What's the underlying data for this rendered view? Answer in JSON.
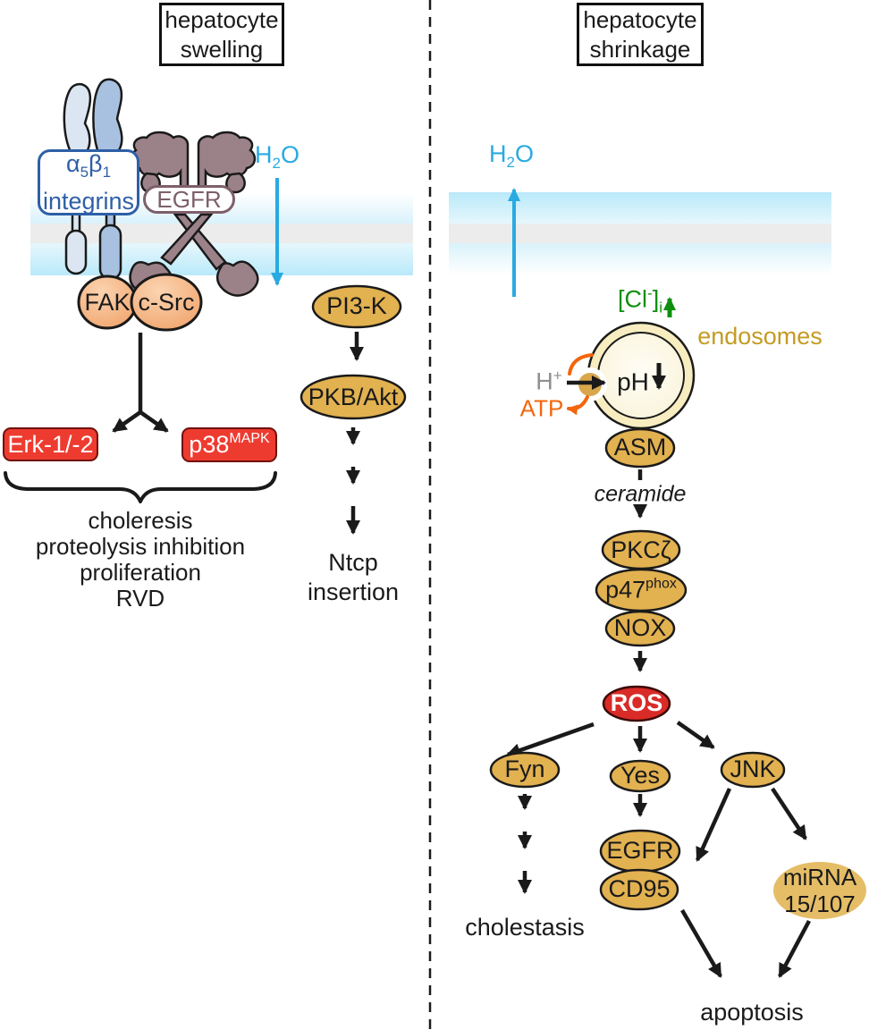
{
  "titles": {
    "left_line1": "hepatocyte",
    "left_line2": "swelling",
    "right_line1": "hepatocyte",
    "right_line2": "shrinkage"
  },
  "left": {
    "integrins": {
      "alpha": "α",
      "alpha_sub": "5",
      "beta": "β",
      "beta_sub": "1",
      "line2": "integrins"
    },
    "egfr_receptor": "EGFR",
    "h2o": {
      "h": "H",
      "sub": "2",
      "o": "O"
    },
    "fak": "FAK",
    "csrc": "c-Src",
    "pi3k": "PI3-K",
    "pkbakt": "PKB/Akt",
    "ntcp_line1": "Ntcp",
    "ntcp_line2": "insertion",
    "erk": "Erk-1/-2",
    "p38": {
      "base": "p38",
      "sup": "MAPK"
    },
    "outcomes": [
      "choleresis",
      "proteolysis inhibition",
      "proliferation",
      "RVD"
    ]
  },
  "right": {
    "h2o": {
      "h": "H",
      "sub": "2",
      "o": "O"
    },
    "cl": {
      "open": "[Cl",
      "sup": "-",
      "close": "]",
      "sub": "i"
    },
    "endosomes": "endosomes",
    "hplus": {
      "base": "H",
      "sup": "+"
    },
    "ph": "pH",
    "atp": "ATP",
    "asm": "ASM",
    "ceramide": "ceramide",
    "pkcz": "PKCζ",
    "p47": {
      "base": "p47",
      "sup": "phox"
    },
    "nox": "NOX",
    "ros": "ROS",
    "fyn": "Fyn",
    "yes": "Yes",
    "jnk": "JNK",
    "egfr": "EGFR",
    "cd95": "CD95",
    "mirna_line1": "miRNA",
    "mirna_line2": "15/107",
    "cholestasis": "cholestasis",
    "apoptosis": "apoptosis"
  },
  "colors": {
    "cyan": "#29aae1",
    "green": "#0e8f0e",
    "orange": "#f4650c",
    "gold": "#e2b150",
    "red": "#ee3b30",
    "blue": "#2e5fa7",
    "mauve": "#9b8289",
    "membrane_cyan": "#b9e9f9",
    "endosome_label": "#c49b23",
    "gray_text": "#8f8f8f"
  }
}
